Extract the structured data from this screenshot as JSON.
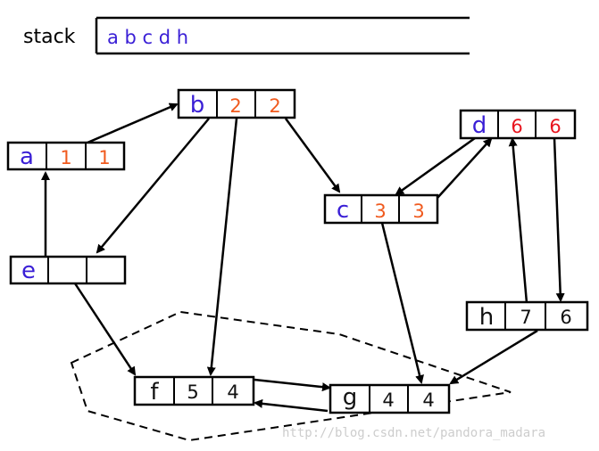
{
  "stack": {
    "label": "stack",
    "contents": "a b c d h",
    "content_color": "#3a1fd6"
  },
  "colors": {
    "name": "#3a1fd6",
    "value_orange": "#f05a1e",
    "value_red": "#e8141e",
    "value_black": "#111111"
  },
  "nodes": {
    "a": {
      "name": "a",
      "v1": "1",
      "v2": "1"
    },
    "b": {
      "name": "b",
      "v1": "2",
      "v2": "2"
    },
    "c": {
      "name": "c",
      "v1": "3",
      "v2": "3"
    },
    "d": {
      "name": "d",
      "v1": "6",
      "v2": "6"
    },
    "e": {
      "name": "e",
      "v1": "",
      "v2": ""
    },
    "f": {
      "name": "f",
      "v1": "5",
      "v2": "4"
    },
    "g": {
      "name": "g",
      "v1": "4",
      "v2": "4"
    },
    "h": {
      "name": "h",
      "v1": "7",
      "v2": "6"
    }
  },
  "watermark": "http://blog.csdn.net/pandora_madara"
}
